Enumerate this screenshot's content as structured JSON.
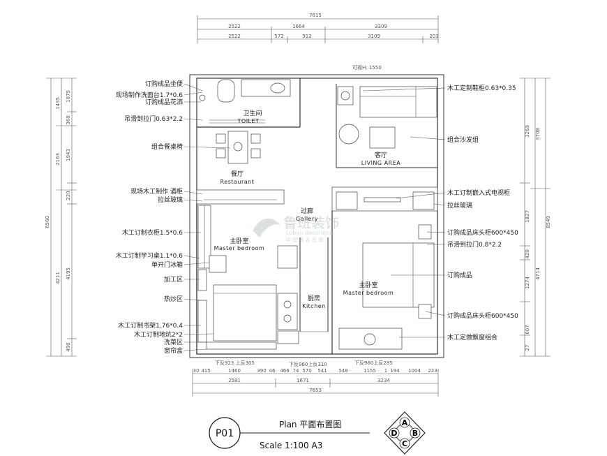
{
  "dims": {
    "top_total": "7615",
    "top_row1": [
      "2522",
      "1664",
      "3309"
    ],
    "top_row2": [
      "2522",
      "572",
      "912",
      "3109",
      "201"
    ],
    "bottom_total": "7653",
    "bottom_row1": [
      "2581",
      "1671",
      "3234"
    ],
    "bottom_row2": [
      "30",
      "415",
      "1460",
      "390",
      "46",
      "466",
      "74",
      "570",
      "541",
      "548",
      "1155",
      "1",
      "194",
      "1004",
      "223"
    ],
    "left_outer": [
      "6560"
    ],
    "left_mid": [
      "1435",
      "2163",
      "4211"
    ],
    "left_inner": [
      "1075",
      "360",
      "1943",
      "220",
      "4195",
      "490"
    ],
    "right_outer": [
      "8549"
    ],
    "right_mid": [
      "3708",
      "4714"
    ],
    "right_inner": [
      "3269",
      "1827",
      "420",
      "1274",
      "607",
      "27"
    ],
    "mini": [
      "下反923 上反305",
      "下反960上反310",
      "下反960上反285",
      "可视H: 1550"
    ]
  },
  "rooms": {
    "toilet_cn": "卫生间",
    "toilet_en": "TOILET",
    "restaurant_cn": "餐厅",
    "restaurant_en": "Restaurant",
    "living_cn": "客厅",
    "living_en": "LIVING AREA",
    "gallery_cn": "过廊",
    "gallery_en": "Gallery",
    "master1_cn": "主卧室",
    "master1_en": "Master bedroom",
    "master2_cn": "主卧室",
    "master2_en": "Master bedroom",
    "kitchen_cn": "厨房",
    "kitchen_en": "Kitchen"
  },
  "labels_left": [
    "订购成品坐便",
    "现场制作洗面台1.7*0.6",
    "订购成品花洒",
    "吊滑到拉门0.63*2.2",
    "组合餐桌椅",
    "现场木工制作 酒柜",
    "拉丝玻璃",
    "木工订制衣柜1.5*0.6",
    "木工订制学习桌1.1*0.6",
    "单开门冰箱",
    "加工区",
    "热炒区",
    "木工订制书架1.76*0.4",
    "木工订制地炕2*2",
    "洗菜区",
    "窗帘盒"
  ],
  "labels_right": [
    "木工定制鞋柜0.63*0.35",
    "组合沙发组",
    "木工订制嵌入式电视柜",
    "拉丝玻璃",
    "订购成品床头柜600*450",
    "吊滑到拉门0.8*2.2",
    "订购成品",
    "订购成品床头柜600*450",
    "木工定做飘窗组合"
  ],
  "watermark": {
    "cn": "鲁班装饰",
    "en": "Luban decoration",
    "sub": "中 国 著 名 品 牌"
  },
  "title": {
    "code": "P01",
    "line1": "Plan  平面布置图",
    "scale": "Scale   1:100  A3",
    "compass": [
      "A",
      "B",
      "C",
      "D"
    ]
  }
}
